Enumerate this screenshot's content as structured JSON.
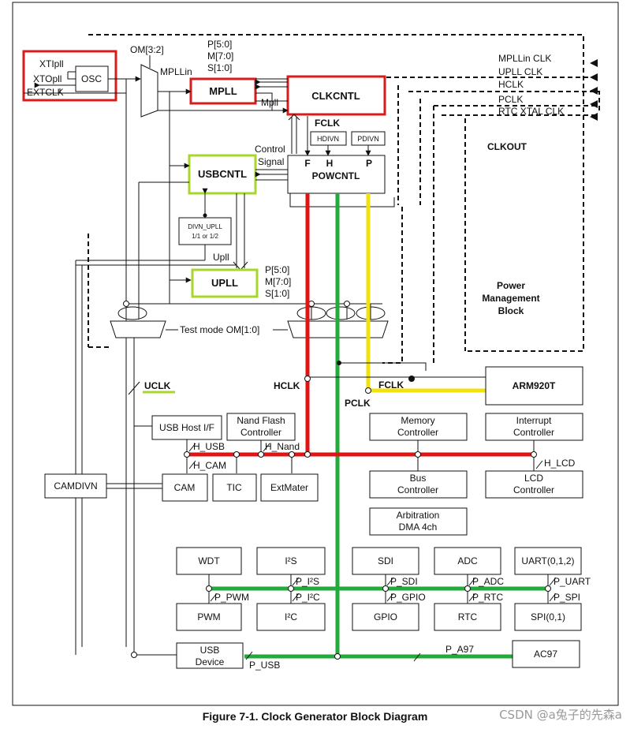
{
  "caption": "Figure 7-1. Clock Generator Block Diagram",
  "watermark": "CSDN @a兔子的先森a",
  "colors": {
    "line": "#111111",
    "red_box": "#d81b1b",
    "green_box": "#a8d62a",
    "red_bus": "#e01414",
    "green_bus": "#22aa3a",
    "yellow_bus": "#f2e20c"
  },
  "labels": {
    "xtipll": "XTIpll",
    "xtopll": "XTOpll",
    "extclk": "EXTCLK",
    "osc": "OSC",
    "om32": "OM[3:2]",
    "mpllin": "MPLLin",
    "mpll_params": [
      "P[5:0]",
      "M[7:0]",
      "S[1:0]"
    ],
    "mpll": "MPLL",
    "mpll_out": "Mpll",
    "clkcntl": "CLKCNTL",
    "fclk_top": "FCLK",
    "hdivn": "HDIVN",
    "pdivn": "PDIVN",
    "control_signal": [
      "Control",
      "Signal"
    ],
    "usbcntl": "USBCNTL",
    "pow_fhp": [
      "F",
      "H",
      "P"
    ],
    "powcntl": "POWCNTL",
    "divn_upll": [
      "DIVN_UPLL",
      "1/1 or 1/2"
    ],
    "upll_line": "Upll",
    "upll": "UPLL",
    "upll_params": [
      "P[5:0]",
      "M[7:0]",
      "S[1:0]"
    ],
    "test_mode": "Test mode OM[1:0]",
    "clkout_signals": [
      "MPLLin CLK",
      "UPLL CLK",
      "HCLK",
      "PCLK",
      "RTC XTAL CLK"
    ],
    "clkout": "CLKOUT",
    "power_mgmt": [
      "Power",
      "Management",
      "Block"
    ],
    "uclk": "UCLK",
    "hclk": "HCLK",
    "fclk": "FCLK",
    "pclk": "PCLK",
    "arm920t": "ARM920T",
    "usb_host": "USB Host I/F",
    "nand_flash": [
      "Nand Flash",
      "Controller"
    ],
    "memory_ctrl": [
      "Memory",
      "Controller"
    ],
    "interrupt_ctrl": [
      "Interrupt",
      "Controller"
    ],
    "h_usb": "H_USB",
    "h_nand": "H_Nand",
    "h_cam": "H_CAM",
    "h_lcd": "H_LCD",
    "camdivn": "CAMDIVN",
    "cam": "CAM",
    "tic": "TIC",
    "extmater": "ExtMater",
    "bus_ctrl": [
      "Bus",
      "Controller"
    ],
    "lcd_ctrl": [
      "LCD",
      "Controller"
    ],
    "arbitration": [
      "Arbitration",
      "DMA 4ch"
    ],
    "wdt": "WDT",
    "i2s": "I²S",
    "sdi": "SDI",
    "adc": "ADC",
    "uart": "UART(0,1,2)",
    "p_pwm": "P_PWM",
    "p_i2s": "P_I²S",
    "p_i2c": "P_I²C",
    "p_sdi": "P_SDI",
    "p_gpio": "P_GPIO",
    "p_adc": "P_ADC",
    "p_rtc": "P_RTC",
    "p_uart": "P_UART",
    "p_spi": "P_SPI",
    "pwm": "PWM",
    "i2c": "I²C",
    "gpio": "GPIO",
    "rtc": "RTC",
    "spi": "SPI(0,1)",
    "usb_device": [
      "USB",
      "Device"
    ],
    "p_usb": "P_USB",
    "p_a97": "P_A97",
    "ac97": "AC97"
  }
}
